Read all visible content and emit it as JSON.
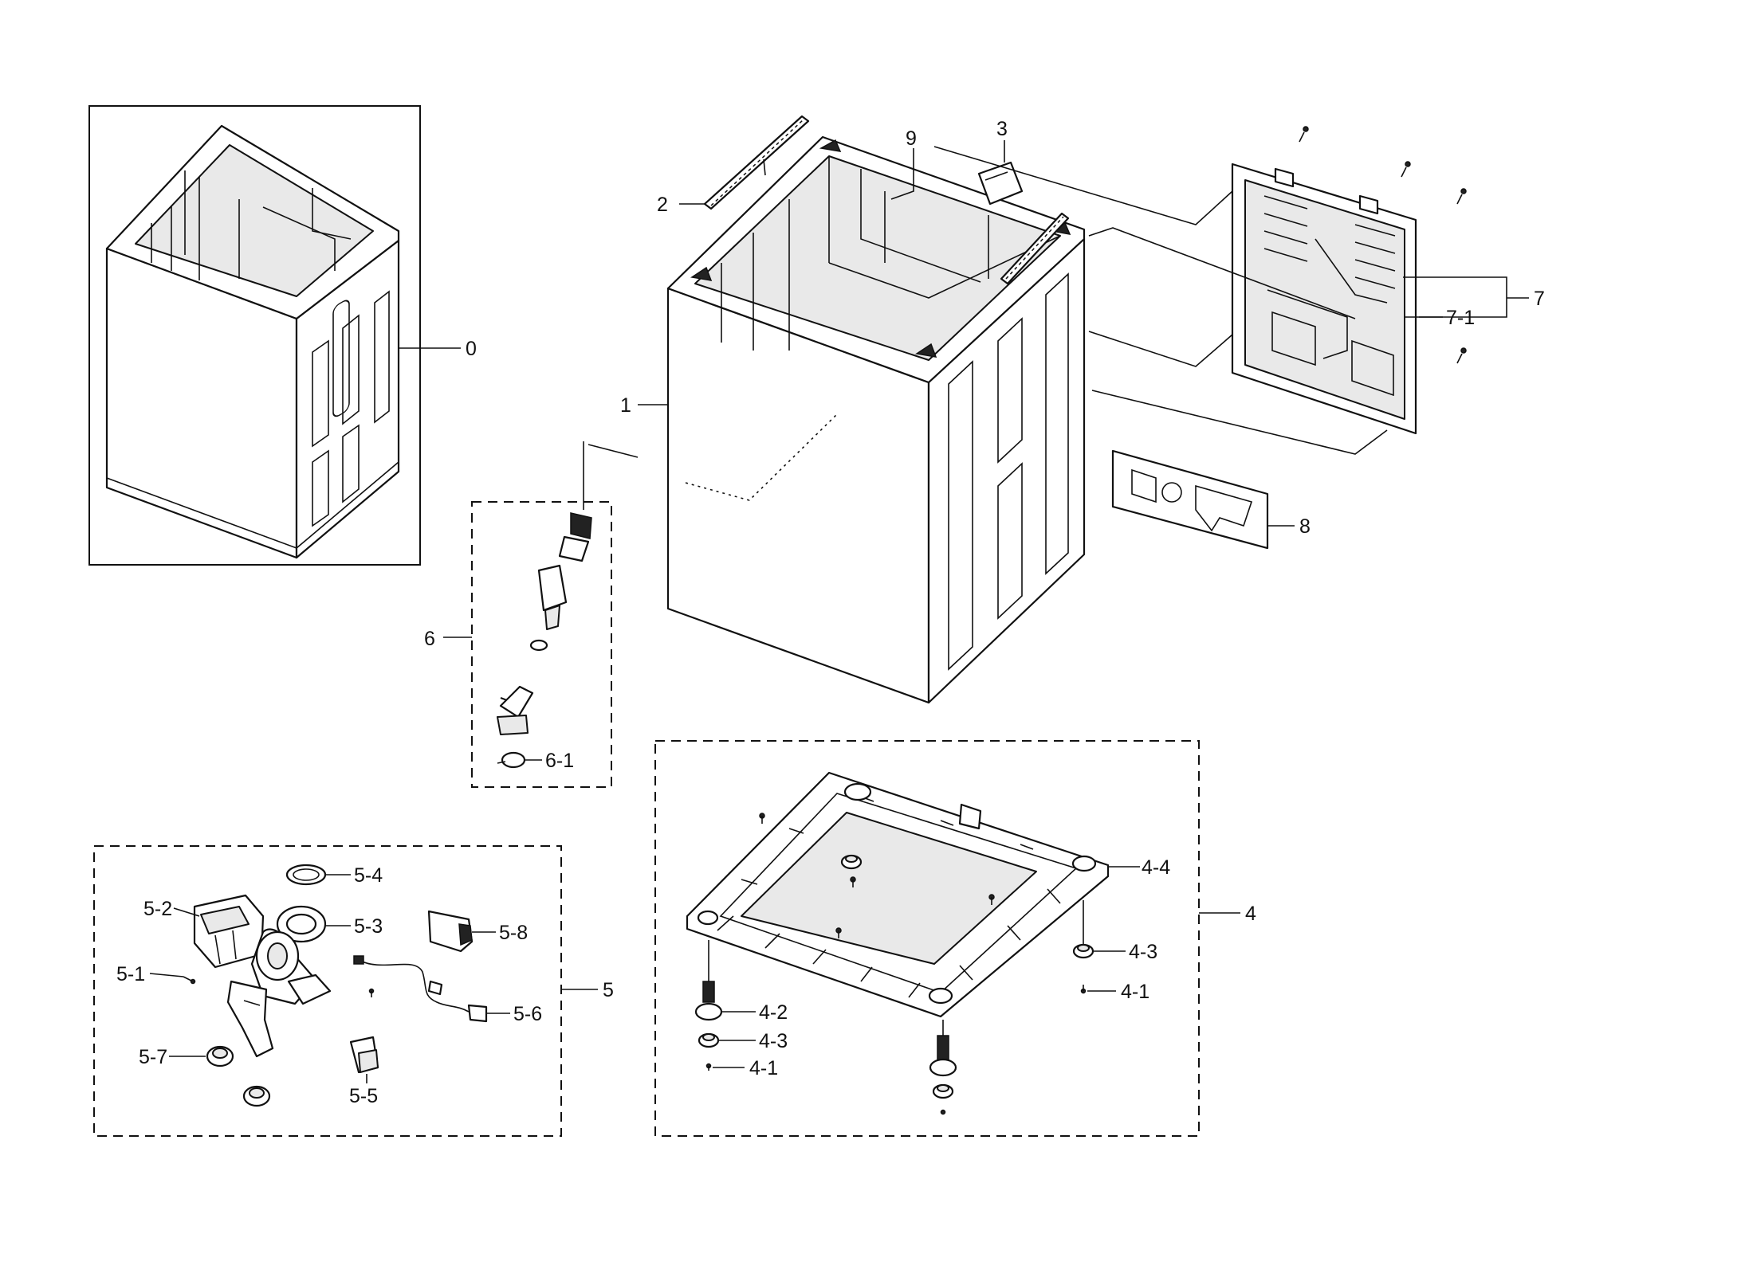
{
  "callouts": {
    "c0": "0",
    "c1": "1",
    "c2": "2",
    "c3": "3",
    "c4": "4",
    "c4_1a": "4-1",
    "c4_1b": "4-1",
    "c4_2": "4-2",
    "c4_3a": "4-3",
    "c4_3b": "4-3",
    "c4_4": "4-4",
    "c5": "5",
    "c5_1": "5-1",
    "c5_2": "5-2",
    "c5_3": "5-3",
    "c5_4": "5-4",
    "c5_5": "5-5",
    "c5_6": "5-6",
    "c5_7": "5-7",
    "c5_8": "5-8",
    "c6": "6",
    "c6_1": "6-1",
    "c7": "7",
    "c7_1": "7-1",
    "c8": "8",
    "c9": "9"
  }
}
